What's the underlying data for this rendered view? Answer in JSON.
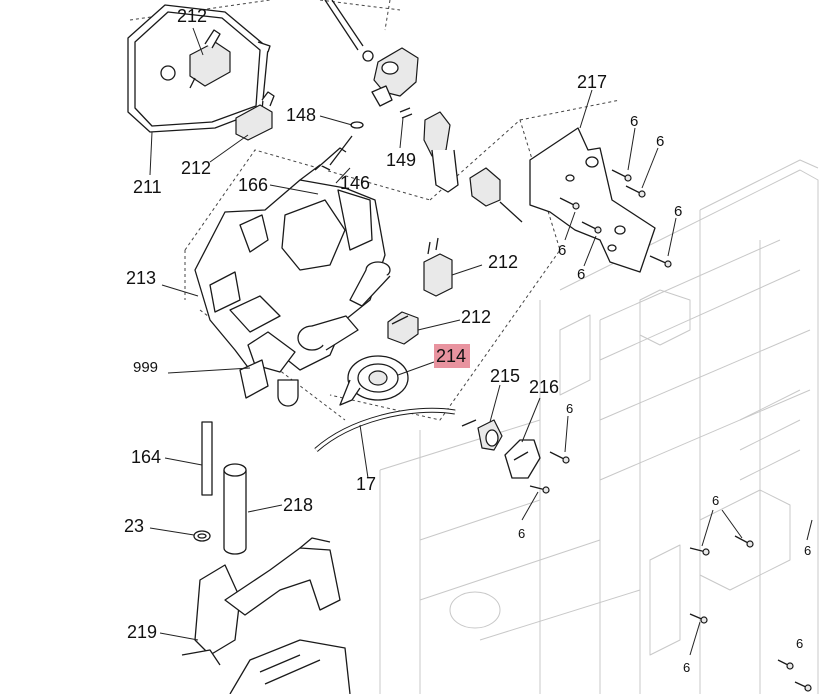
{
  "diagram": {
    "labels": {
      "l212a": "212",
      "l212b": "212",
      "l212c": "212",
      "l212d": "212",
      "l211": "211",
      "l148": "148",
      "l149": "149",
      "l166": "166",
      "l146": "146",
      "l213": "213",
      "l999": "999",
      "l214": "214",
      "l215": "215",
      "l216": "216",
      "l217": "217",
      "l17": "17",
      "l164": "164",
      "l218": "218",
      "l23": "23",
      "l219": "219",
      "l6a": "6",
      "l6b": "6",
      "l6c": "6",
      "l6d": "6",
      "l6e": "6",
      "l6f": "6",
      "l6g": "6",
      "l6h": "6",
      "l6i": "6",
      "l6j": "6",
      "l6k": "6"
    },
    "highlight_color": "#e8939f"
  }
}
